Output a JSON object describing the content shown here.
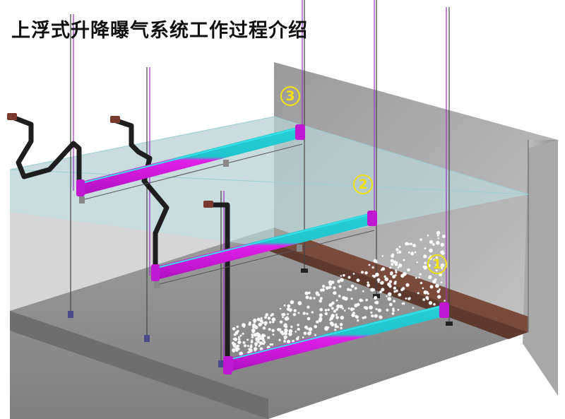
{
  "title": "上浮式升降曝气系统工作过程介绍",
  "markers": [
    {
      "id": "stage-3",
      "label": "3"
    },
    {
      "id": "stage-2",
      "label": "2"
    },
    {
      "id": "stage-1",
      "label": "1"
    }
  ],
  "colors": {
    "pipe_magenta": "#e020e8",
    "pipe_cyan": "#28d0d8",
    "water": "#bfe3e6",
    "wall": "#c8c8c8",
    "sludge": "#7a4a3a",
    "riser": "#222222",
    "marker": "#f2e10d",
    "bubbles": "#ffffff"
  }
}
